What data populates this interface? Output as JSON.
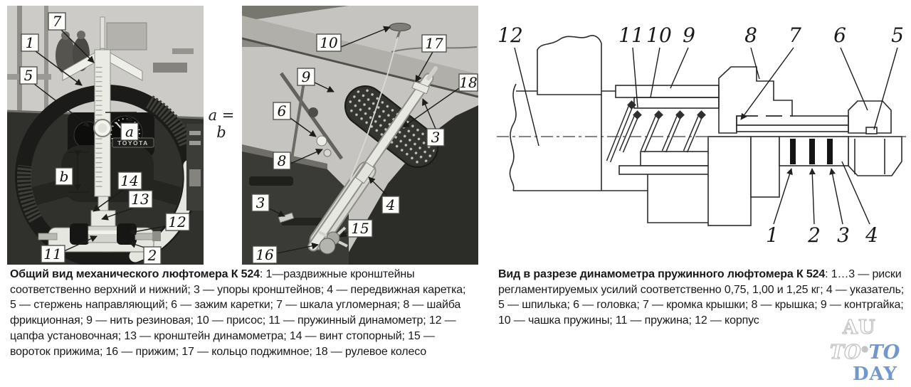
{
  "left_figure": {
    "caption_title": "Общий вид механического люфтомера К 524",
    "caption_body": ": 1—раздвижные кронштейны соответственно верхний и нижний; 3 — упоры кронштейнов; 4 — передвижная каретка; 5 — стержень направляющий; 6 — зажим каретки; 7 — шкала угломерная; 8 — шайба фрикционная; 9 — нить резиновая; 10 — присос; 11 — пружинный динамометр; 12 — цапфа установочная; 13 — кронштейн динамометра; 14 — винт стопорный; 15 — вороток прижима; 16 — прижим; 17 — кольцо поджимное; 18 — рулевое колесо",
    "equation": "a = b",
    "photo1": {
      "wheel_brand": "TOYOTA",
      "callouts": [
        "7",
        "1",
        "5",
        "a",
        "b",
        "14",
        "13",
        "12",
        "11",
        "2"
      ]
    },
    "photo2": {
      "callouts": [
        "10",
        "17",
        "9",
        "6",
        "8",
        "18",
        "3",
        "3",
        "4",
        "15",
        "16"
      ]
    }
  },
  "right_figure": {
    "caption_title": "Вид в разрезе динамометра пружинного люфтомера К 524",
    "caption_body": ": 1…3 — риски регламентируемых усилий соответственно 0,75, 1,00 и 1,25 кг; 4 — указатель; 5 — шпилька; 6 — головка; 7 — кромка крышки; 8 — крышка; 9 — контргайка; 10 — чашка пружины; 11 — пружина; 12 — корпус",
    "drawing": {
      "callouts_top": [
        "12",
        "11",
        "10",
        "9",
        "8",
        "7",
        "6",
        "5"
      ],
      "callouts_bottom": [
        "1",
        "2",
        "3",
        "4"
      ]
    }
  },
  "watermark": {
    "line1": "AU",
    "line2_white": "TO",
    "reg": "®",
    "line2_blue": "TO",
    "line3": "DAY",
    "blue": "#7297cd"
  }
}
